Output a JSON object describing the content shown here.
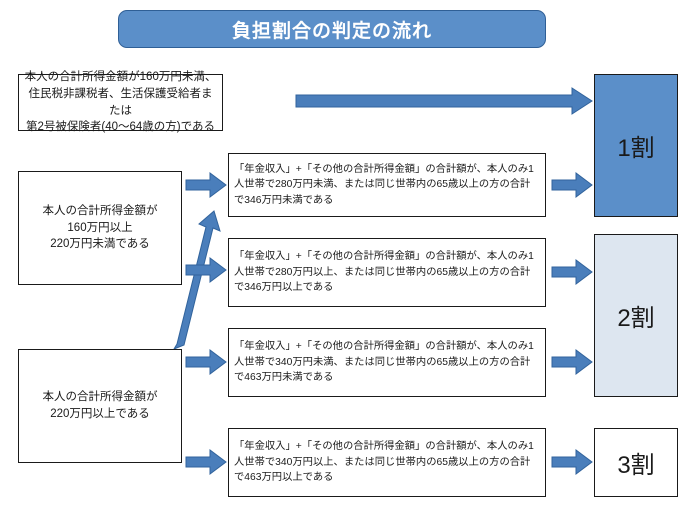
{
  "diagram": {
    "title": "負担割合の判定の流れ",
    "title_colors": {
      "fill": "#5b8fc9",
      "border": "#2f5f96",
      "text": "#ffffff"
    },
    "arrow_color": "#4a7ebb",
    "arrow_outline": "#31639c",
    "entry_conditions": [
      {
        "id": "income-under160",
        "lines": [
          "本人の合計所得金額が160万円未満、",
          "住民税非課税者、生活保護受給者または",
          "第2号被保険者(40〜64歳の方)である"
        ],
        "text": "本人の合計所得金額が160万円未満、住民税非課税者、生活保護受給者または第2号被保険者(40〜64歳の方)である"
      },
      {
        "id": "income-160to220",
        "lines": [
          "本人の合計所得金額が",
          "160万円以上",
          "220万円未満である"
        ],
        "text": "本人の合計所得金額が160万円以上220万円未満である"
      },
      {
        "id": "income-over220",
        "lines": [
          "本人の合計所得金額が",
          "220万円以上である"
        ],
        "text": "本人の合計所得金額が220万円以上である"
      }
    ],
    "income_conditions": [
      {
        "id": "cond-1",
        "text": "「年金収入」+「その他の合計所得金額」の合計額が、本人のみ1人世帯で280万円未満、または同じ世帯内の65歳以上の方の合計で346万円未満である",
        "single_household_threshold": "280万円未満",
        "household_65plus_threshold": "346万円未満",
        "leads_to": "1割"
      },
      {
        "id": "cond-2",
        "text": "「年金収入」+「その他の合計所得金額」の合計額が、本人のみ1人世帯で280万円以上、または同じ世帯内の65歳以上の方の合計で346万円以上である",
        "single_household_threshold": "280万円以上",
        "household_65plus_threshold": "346万円以上",
        "leads_to": "2割"
      },
      {
        "id": "cond-3",
        "text": "「年金収入」+「その他の合計所得金額」の合計額が、本人のみ1人世帯で340万円未満、または同じ世帯内の65歳以上の方の合計で463万円未満である",
        "single_household_threshold": "340万円未満",
        "household_65plus_threshold": "463万円未満",
        "leads_to": "2割"
      },
      {
        "id": "cond-4",
        "text": "「年金収入」+「その他の合計所得金額」の合計額が、本人のみ1人世帯で340万円以上、または同じ世帯内の65歳以上の方の合計で463万円以上である",
        "single_household_threshold": "340万円以上",
        "household_65plus_threshold": "463万円以上",
        "leads_to": "3割"
      }
    ],
    "results": [
      {
        "id": "1wari",
        "label": "1割",
        "fill": "#5b8fc9"
      },
      {
        "id": "2wari",
        "label": "2割",
        "fill": "#dde6f0"
      },
      {
        "id": "3wari",
        "label": "3割",
        "fill": "#ffffff"
      }
    ]
  }
}
